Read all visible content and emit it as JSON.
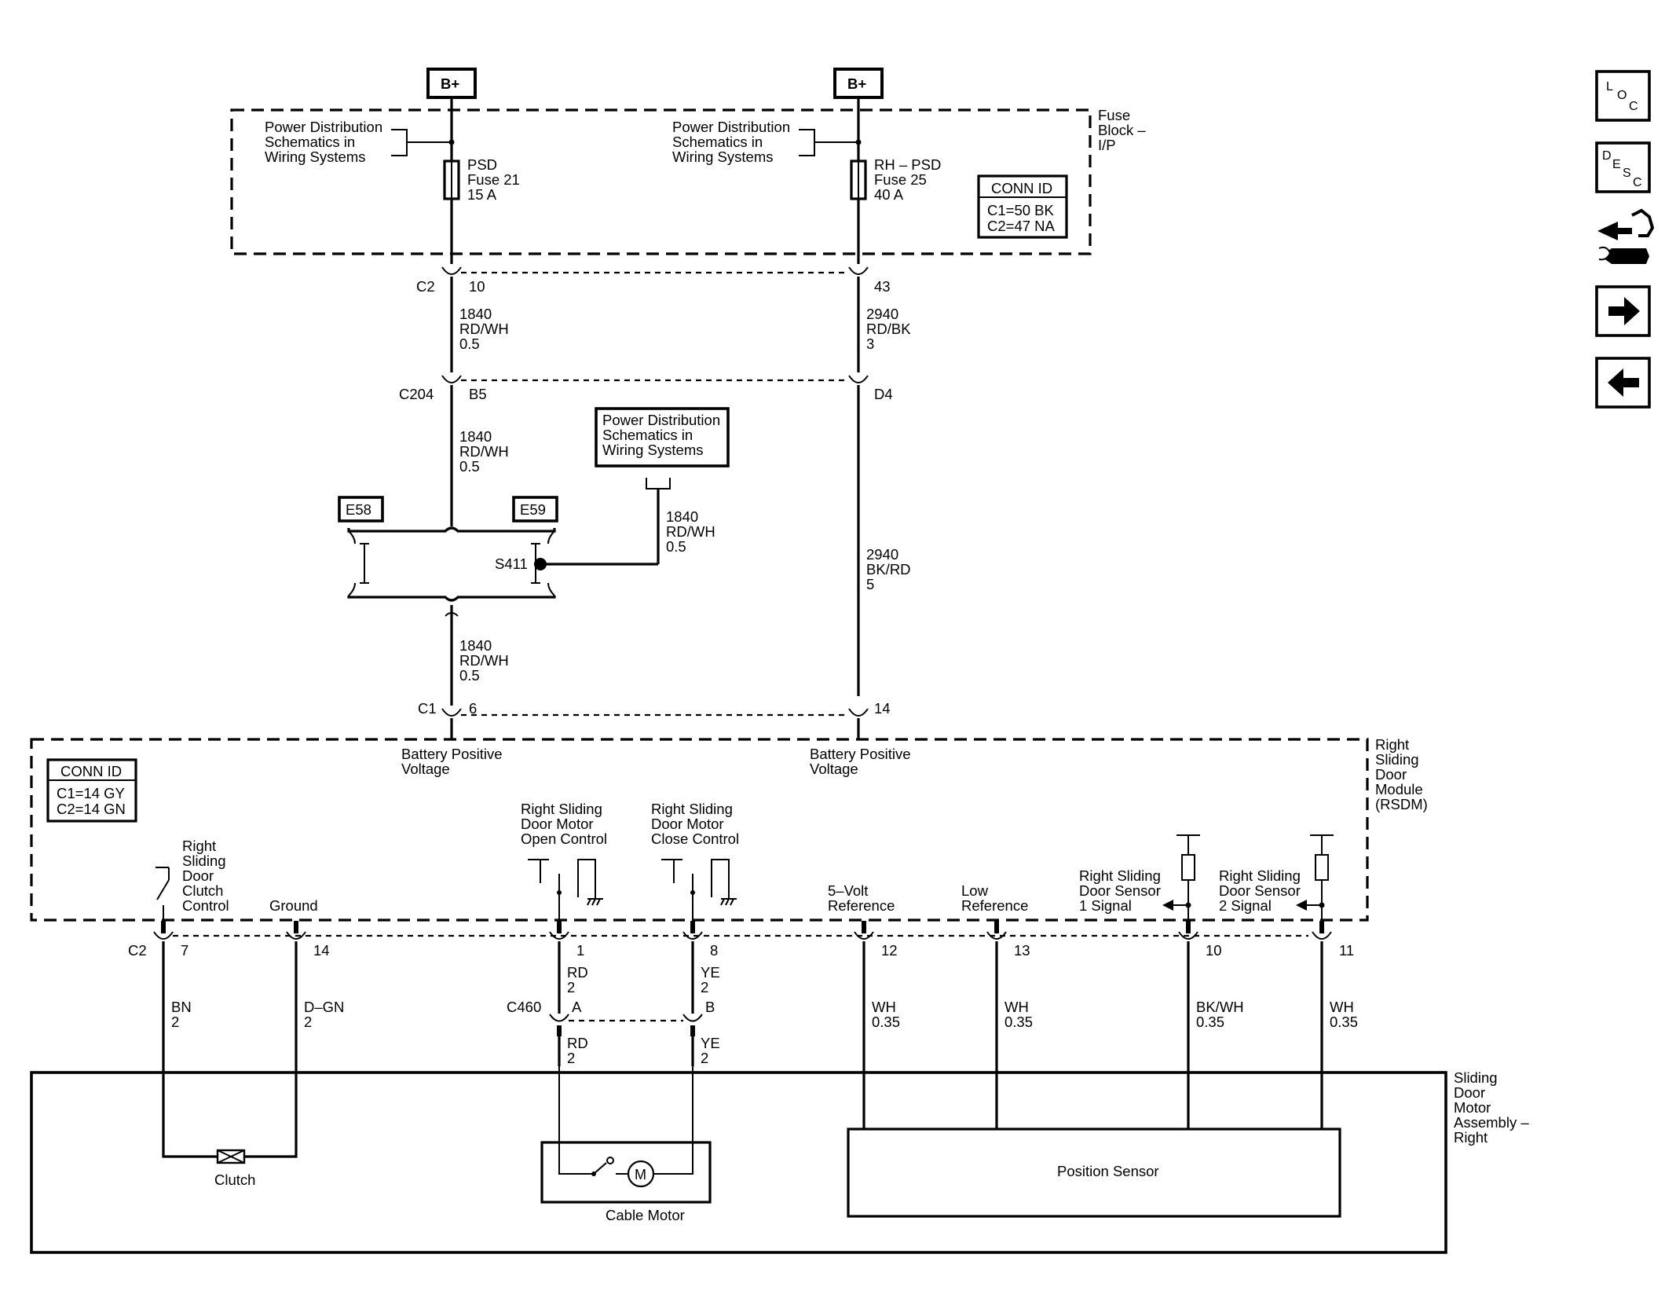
{
  "fuse_block": {
    "b_plus_left": "B+",
    "b_plus_right": "B+",
    "label": [
      "Fuse",
      "Block –",
      "I/P"
    ],
    "power_dist_left": [
      "Power Distribution",
      "Schematics in",
      "Wiring Systems"
    ],
    "power_dist_right": [
      "Power Distribution",
      "Schematics in",
      "Wiring Systems"
    ],
    "fuse_left": [
      "PSD",
      "Fuse 21",
      "15 A"
    ],
    "fuse_right": [
      "RH – PSD",
      "Fuse 25",
      "40 A"
    ],
    "conn_id": {
      "title": "CONN ID",
      "lines": [
        "C1=50 BK",
        "C2=47 NA"
      ]
    }
  },
  "connectors": {
    "c2_top": {
      "name": "C2",
      "left_pin": "10",
      "right_pin": "43"
    },
    "c204": {
      "name": "C204",
      "left_pin": "B5",
      "right_pin": "D4"
    },
    "c1": {
      "name": "C1",
      "left_pin": "6",
      "right_pin": "14"
    },
    "c2_bottom": {
      "name": "C2",
      "pins": [
        "7",
        "14",
        "1",
        "8",
        "12",
        "13",
        "10",
        "11"
      ]
    },
    "c460": {
      "name": "C460",
      "left_pin": "A",
      "right_pin": "B"
    }
  },
  "wires": {
    "left_1": [
      "1840",
      "RD/WH",
      "0.5"
    ],
    "right_1": [
      "2940",
      "RD/BK",
      "3"
    ],
    "left_2": [
      "1840",
      "RD/WH",
      "0.5"
    ],
    "splice_feed": [
      "1840",
      "RD/WH",
      "0.5"
    ],
    "left_3": [
      "1840",
      "RD/WH",
      "0.5"
    ],
    "right_2": [
      "2940",
      "BK/RD",
      "5"
    ],
    "bottom": [
      {
        "color": "BN",
        "gauge": "2"
      },
      {
        "color": "D–GN",
        "gauge": "2"
      },
      {
        "color": "RD",
        "gauge": "2"
      },
      {
        "color": "YE",
        "gauge": "2"
      },
      {
        "color": "WH",
        "gauge": "0.35"
      },
      {
        "color": "WH",
        "gauge": "0.35"
      },
      {
        "color": "BK/WH",
        "gauge": "0.35"
      },
      {
        "color": "WH",
        "gauge": "0.35"
      }
    ],
    "motor_left": {
      "color": "RD",
      "gauge": "2"
    },
    "motor_right": {
      "color": "YE",
      "gauge": "2"
    }
  },
  "splice": {
    "power_dist": [
      "Power Distribution",
      "Schematics in",
      "Wiring Systems"
    ],
    "e58": "E58",
    "e59": "E59",
    "s411": "S411"
  },
  "module": {
    "label": [
      "Right",
      "Sliding",
      "Door",
      "Module",
      "(RSDM)"
    ],
    "conn_id": {
      "title": "CONN ID",
      "lines": [
        "C1=14 GY",
        "C2=14 GN"
      ]
    },
    "bpv_left": [
      "Battery Positive",
      "Voltage"
    ],
    "bpv_right": [
      "Battery Positive",
      "Voltage"
    ],
    "clutch_control": [
      "Right",
      "Sliding",
      "Door",
      "Clutch",
      "Control"
    ],
    "ground": "Ground",
    "open_control": [
      "Right Sliding",
      "Door Motor",
      "Open Control"
    ],
    "close_control": [
      "Right Sliding",
      "Door Motor",
      "Close Control"
    ],
    "five_volt": [
      "5–Volt",
      "Reference"
    ],
    "low_ref": [
      "Low",
      "Reference"
    ],
    "sensor1": [
      "Right Sliding",
      "Door Sensor",
      "1 Signal"
    ],
    "sensor2": [
      "Right Sliding",
      "Door Sensor",
      "2 Signal"
    ]
  },
  "assembly": {
    "label": [
      "Sliding",
      "Door",
      "Motor",
      "Assembly –",
      "Right"
    ],
    "clutch": "Clutch",
    "cable_motor": "Cable Motor",
    "motor_symbol": "M",
    "position_sensor": "Position Sensor"
  },
  "nav": {
    "loc": [
      "L",
      "O",
      "C"
    ],
    "desc": [
      "D",
      "E",
      "S",
      "C"
    ]
  }
}
